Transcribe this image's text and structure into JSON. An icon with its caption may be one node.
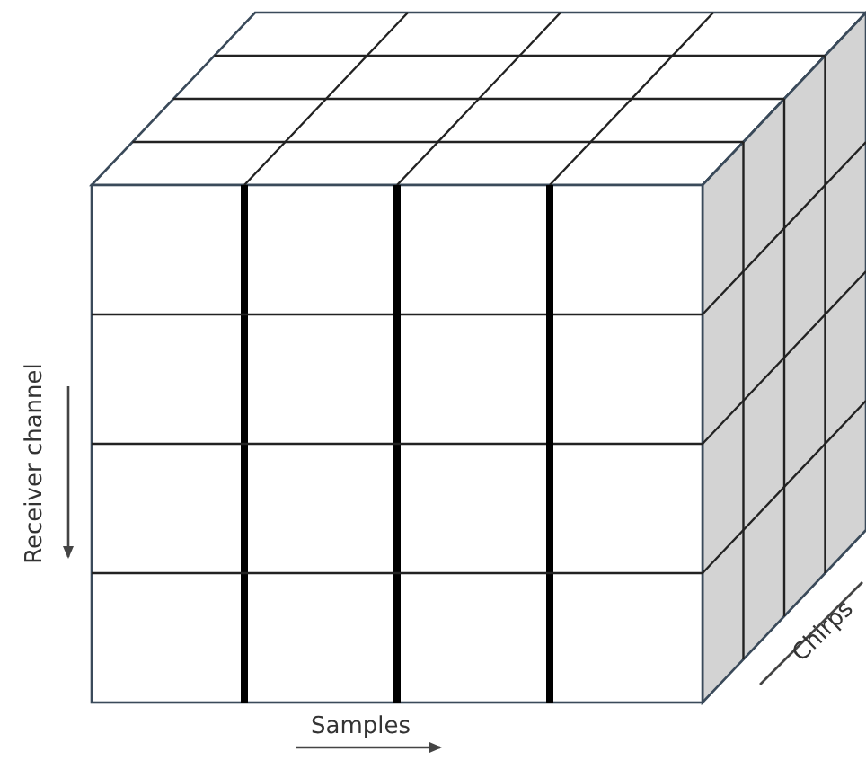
{
  "diagram": {
    "labels": [
      "Receiver channel",
      "Samples",
      "Chirps"
    ]
  }
}
